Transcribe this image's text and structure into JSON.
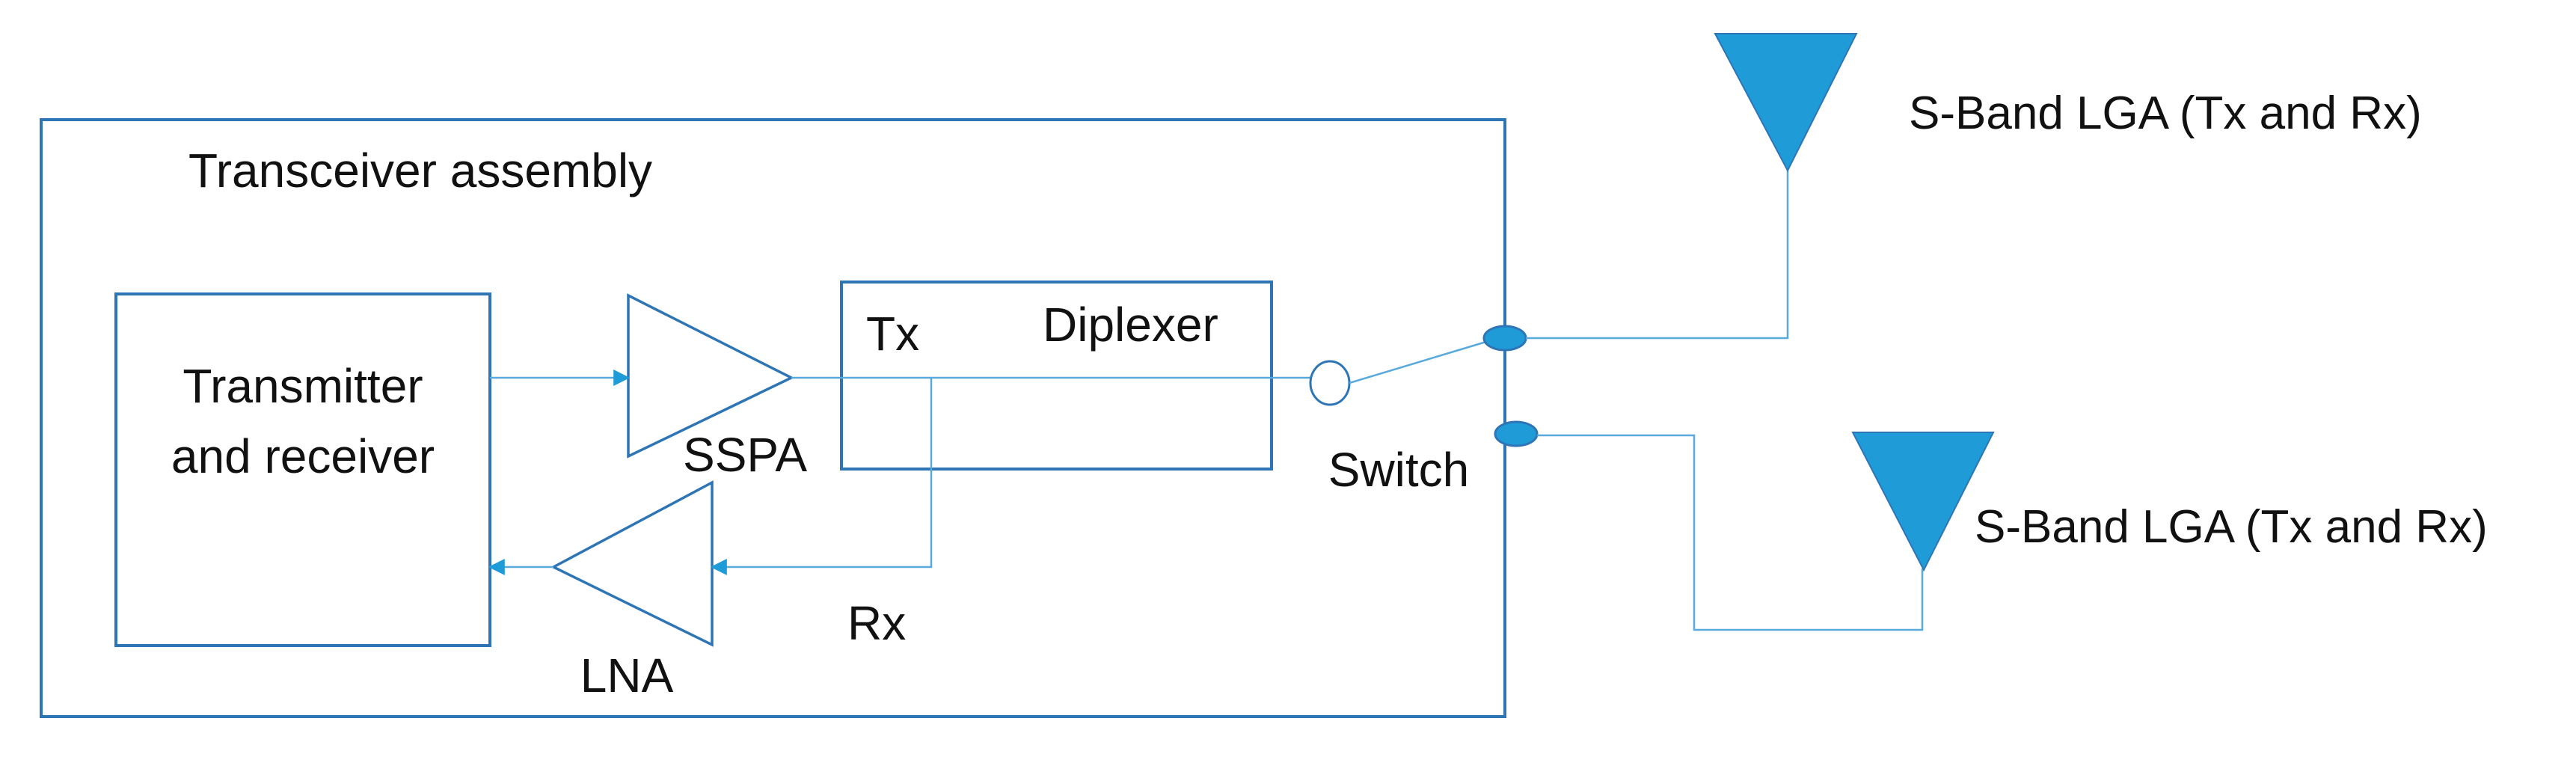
{
  "labels": {
    "assembly": "Transceiver assembly",
    "transmitter_line1": "Transmitter",
    "transmitter_line2": "and receiver",
    "sspa": "SSPA",
    "lna": "LNA",
    "diplexer": "Diplexer",
    "tx": "Tx",
    "rx": "Rx",
    "switch": "Switch",
    "antenna_upper": "S-Band LGA (Tx and Rx)",
    "antenna_lower": "S-Band LGA (Tx and Rx)"
  },
  "colors": {
    "box_stroke": "#2e75b6",
    "wire": "#5aa9dc",
    "antenna_fill": "#1f9cd8",
    "switch_node_fill": "#1f9cd8",
    "text": "#111111"
  }
}
